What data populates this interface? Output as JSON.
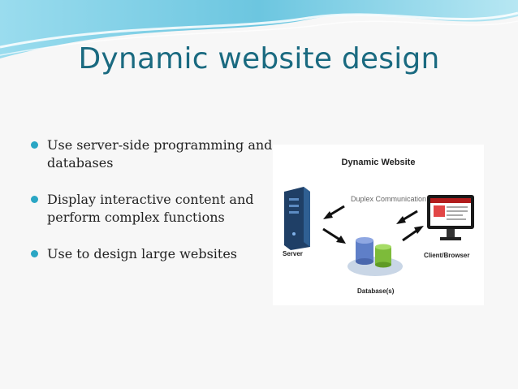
{
  "slide": {
    "title": "Dynamic website design",
    "bullets": [
      "Use server-side programming and databases",
      "Display interactive content and perform complex functions",
      "Use to design large websites"
    ]
  },
  "diagram": {
    "title": "Dynamic Website",
    "duplex_label": "Duplex Communication",
    "server_label": "Server",
    "client_label": "Client/Browser",
    "database_label": "Database(s)"
  },
  "colors": {
    "title": "#1a6a80",
    "bullet": "#2aa6c4",
    "header_wave": "#7fd0e6"
  }
}
